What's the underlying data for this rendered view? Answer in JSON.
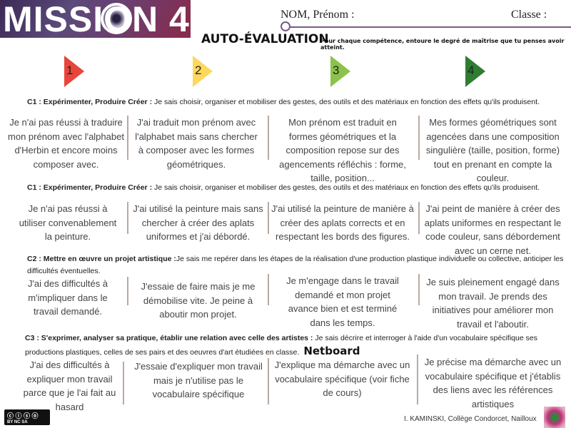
{
  "header": {
    "logo_text": "MISSION 4",
    "name_label": "NOM, Prénom :",
    "class_label": "Classe :",
    "title": "AUTO-ÉVALUATION",
    "instruction": "Pour chaque compétence, entoure le degré de maîtrise que tu penses avoir atteint."
  },
  "levels": [
    {
      "label": "1",
      "color": "#e8453c"
    },
    {
      "label": "2",
      "color": "#fdd85d"
    },
    {
      "label": "3",
      "color": "#8bc34a"
    },
    {
      "label": "4",
      "color": "#2e7d32"
    }
  ],
  "sections": [
    {
      "title": "C1 : Expérimenter, Produire Créer :",
      "text": " Je sais choisir, organiser et mobiliser des gestes, des outils et des matériaux en fonction des effets qu'ils produisent.",
      "cells": [
        "Je n'ai pas réussi à traduire mon prénom avec l'alphabet d'Herbin et encore moins composer avec.",
        "J'ai traduit mon prénom avec l'alphabet mais sans chercher à composer avec les formes géométriques.",
        "Mon prénom est traduit en formes géométriques et la composition repose sur des agencements réfléchis : forme, taille, position...",
        "Mes formes géométriques sont agencées dans une composition singulière (taille, position, forme) tout en prenant en compte la couleur."
      ]
    },
    {
      "title": "C1 : Expérimenter, Produire Créer :",
      "text": " Je sais choisir, organiser et mobiliser des gestes, des outils et des matériaux en fonction des effets qu'ils produisent.",
      "cells": [
        "Je n'ai pas réussi à utiliser convenablement la peinture.",
        "J'ai utilisé la peinture mais sans chercher à créer des aplats uniformes et j'ai débordé.",
        "J'ai utilisé la peinture de manière à créer des aplats corrects et en respectant les bords des figures.",
        "J'ai peint de manière à créer des aplats uniformes en respectant le code couleur, sans débordement avec un cerne net."
      ]
    },
    {
      "title": "C2 : Mettre en œuvre un projet artistique :",
      "text": "Je sais me repérer dans les étapes de la réalisation d'une production plastique individuelle ou collective, anticiper les difficultés éventuelles.",
      "cells": [
        "J'ai des difficultés à m'impliquer dans le travail demandé.",
        "J'essaie de faire mais je me démobilise vite. Je peine à aboutir mon projet.",
        "Je m'engage dans le travail demandé et mon projet avance bien et est terminé dans les temps.",
        "Je suis pleinement engagé dans mon travail. Je prends des initiatives pour améliorer mon travail et l'aboutir."
      ]
    },
    {
      "title": "C3 : S'exprimer, analyser sa pratique, établir une relation avec celle des artistes :",
      "text": " Je sais décrire et interroger à l'aide d'un vocabulaire spécifique ses productions plastiques, celles de ses pairs et des oeuvres d'art étudiées en classe.",
      "extra": "Netboard",
      "cells": [
        "J'ai des difficultés à expliquer mon travail parce que je l'ai fait au hasard",
        "J'essaie d'expliquer mon travail mais je n'utilise pas le vocabulaire spécifique",
        "J'explique ma démarche avec un vocabulaire spécifique (voir fiche de cours)",
        "Je précise ma démarche avec un vocabulaire spécifique et j'établis des liens avec les références artistiques"
      ]
    }
  ],
  "footer": {
    "license": "BY NC SA",
    "credit": "I. KAMINSKI, Collège Condorcet, Nailloux"
  }
}
